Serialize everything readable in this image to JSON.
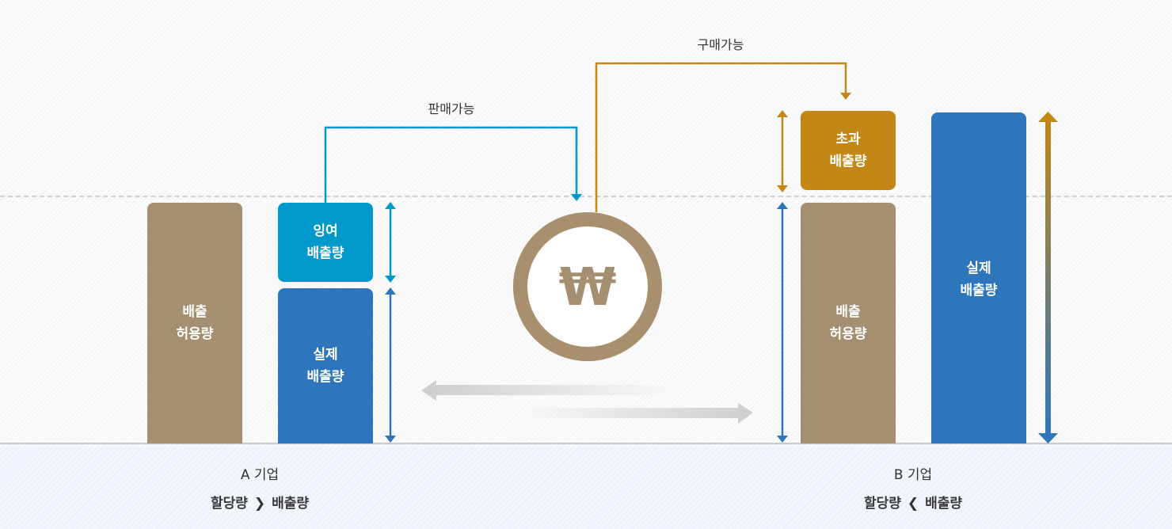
{
  "diagram": {
    "title": "배출권 거래 개념도",
    "colors": {
      "allowance": "#a48f70",
      "surplus": "#0099cc",
      "actual": "#2e76bc",
      "excess": "#c38716",
      "trade_arrow": "#d4d4d4"
    },
    "connectors": {
      "sell_label": "판매가능",
      "buy_label": "구매가능"
    },
    "currency_icon": "won-coin-icon",
    "currency_symbol": "₩",
    "company_a": {
      "name": "A 기업",
      "relation_left": "할당량",
      "relation_symbol": "❯",
      "relation_right": "배출량",
      "bars": {
        "allowance": "배출\n허용량",
        "surplus": "잉여\n배출량",
        "actual": "실제\n배출량"
      }
    },
    "company_b": {
      "name": "B 기업",
      "relation_left": "할당량",
      "relation_symbol": "❮",
      "relation_right": "배출량",
      "bars": {
        "excess": "초과\n배출량",
        "allowance": "배출\n허용량",
        "actual": "실제\n배출량"
      }
    }
  }
}
